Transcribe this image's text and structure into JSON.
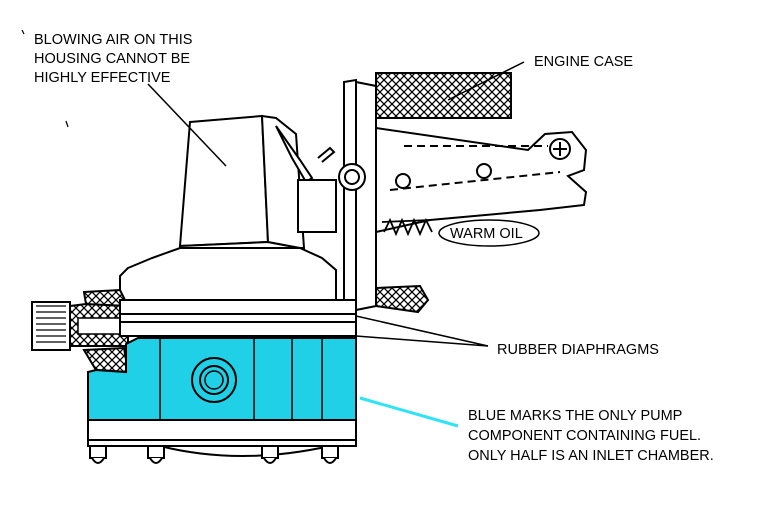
{
  "labels": {
    "housing": [
      "BLOWING AIR ON THIS",
      "HOUSING CANNOT BE",
      "HIGHLY EFFECTIVE"
    ],
    "engine_case": "ENGINE CASE",
    "warm_oil": "WARM OIL",
    "diaphragms": "RUBBER DIAPHRAGMS",
    "fuel_note": [
      "BLUE MARKS THE ONLY PUMP",
      "COMPONENT CONTAINING FUEL.",
      "ONLY HALF IS AN INLET CHAMBER."
    ]
  },
  "colors": {
    "fuel": "#1fd0e6",
    "fuel_pointer": "#2fe3f7",
    "ink": "#000000"
  }
}
